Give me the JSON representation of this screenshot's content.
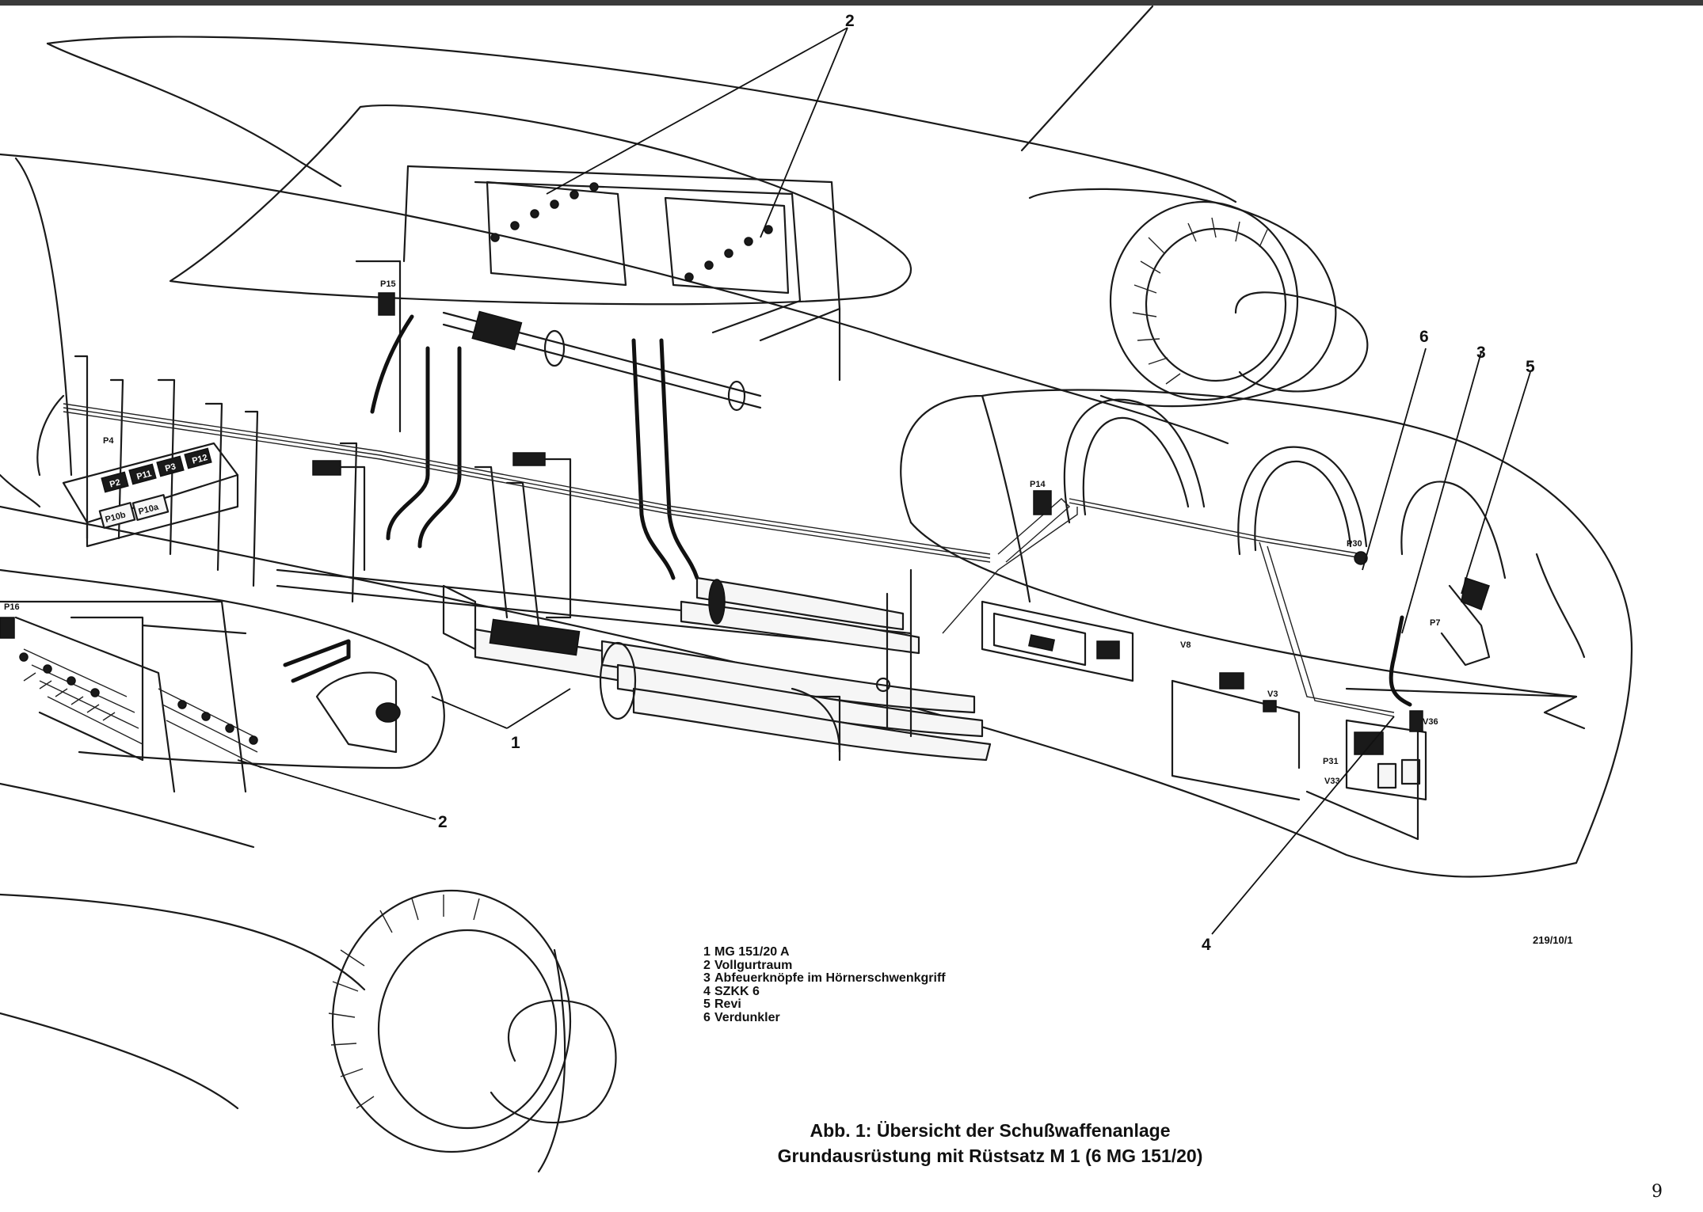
{
  "figure": {
    "callouts": [
      {
        "id": "callout-1",
        "label": "1"
      },
      {
        "id": "callout-2-top",
        "label": "2"
      },
      {
        "id": "callout-2-bottom",
        "label": "2"
      },
      {
        "id": "callout-3",
        "label": "3"
      },
      {
        "id": "callout-4",
        "label": "4"
      },
      {
        "id": "callout-5",
        "label": "5"
      },
      {
        "id": "callout-6",
        "label": "6"
      }
    ],
    "part_tags": [
      "P16",
      "P10b",
      "P10a",
      "P2",
      "P11",
      "P3",
      "P12",
      "P4",
      "P14",
      "P15",
      "V36",
      "P7",
      "P30",
      "P31",
      "V8",
      "V3",
      "V33"
    ]
  },
  "legend": [
    {
      "num": "1",
      "text": "MG 151/20 A"
    },
    {
      "num": "2",
      "text": "Vollgurtraum"
    },
    {
      "num": "3",
      "text": "Abfeuerknöpfe im Hörnerschwenkgriff"
    },
    {
      "num": "4",
      "text": "SZKK 6"
    },
    {
      "num": "5",
      "text": "Revi"
    },
    {
      "num": "6",
      "text": "Verdunkler"
    }
  ],
  "drawing_code": "219/10/1",
  "caption": {
    "line1": "Abb. 1: Übersicht der Schußwaffenanlage",
    "line2": "Grundausrüstung mit Rüstsatz M 1  (6 MG 151/20)"
  },
  "page_number": "9",
  "colors": {
    "ink": "#111111",
    "paper": "#ffffff",
    "bar": "#3a3a3a"
  }
}
